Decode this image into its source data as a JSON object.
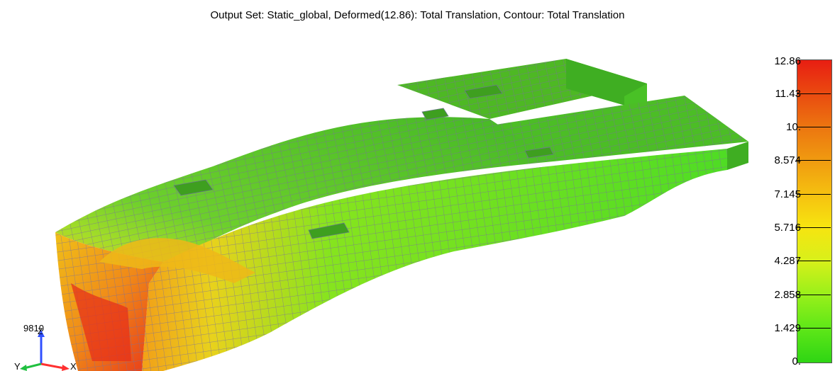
{
  "header": {
    "title": "Output Set: Static_global, Deformed(12.86): Total Translation, Contour: Total Translation"
  },
  "legend": {
    "levels": [
      "12.86",
      "11.43",
      "10.",
      "8.574",
      "7.145",
      "5.716",
      "4.287",
      "2.858",
      "1.429",
      "0."
    ],
    "colors": [
      "#e81e12",
      "#ea4a10",
      "#ec7510",
      "#f09a10",
      "#f5bf10",
      "#f7e410",
      "#d9f01a",
      "#9cf01a",
      "#62e818",
      "#2fd514"
    ]
  },
  "triad": {
    "node_label": "9810",
    "axis_y": "Y",
    "axis_z": "Z",
    "axis_x": "X"
  },
  "colors": {
    "mesh_green": "#4fd62a",
    "mesh_line": "#7a6f9e",
    "hot_red": "#e7321a",
    "warm_orange": "#f08a18",
    "yellow": "#f2d01c"
  }
}
